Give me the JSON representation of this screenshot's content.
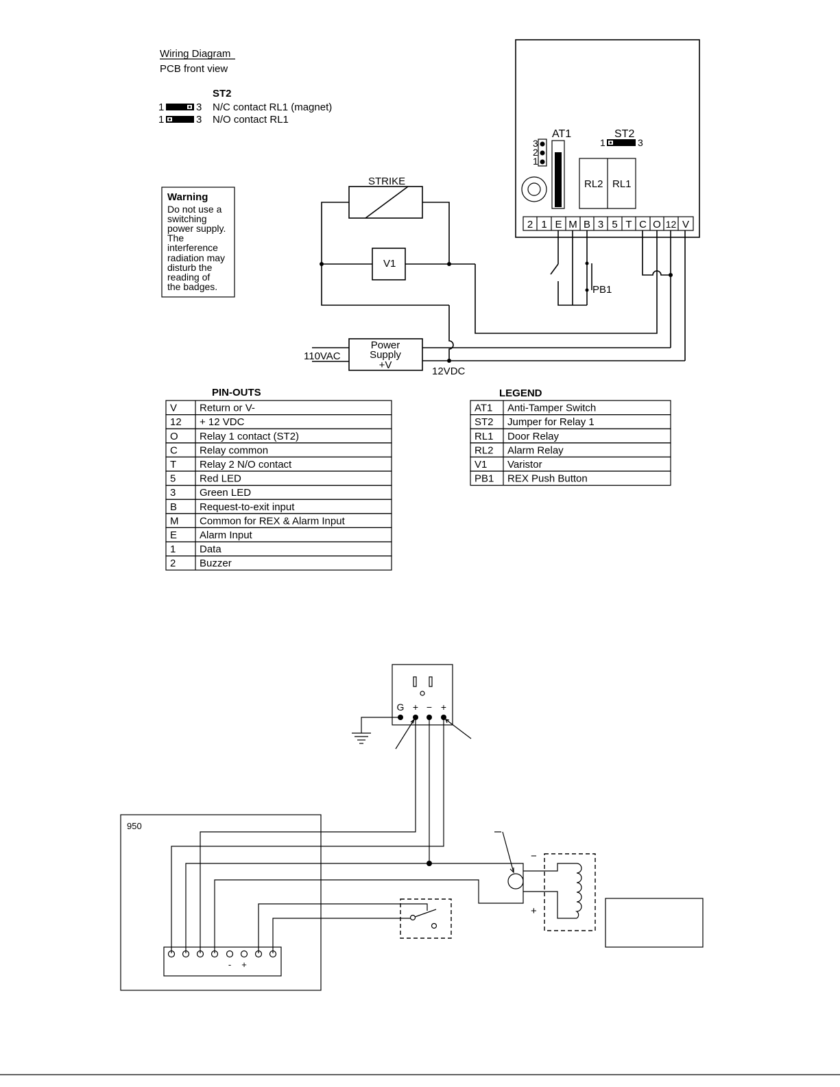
{
  "header": {
    "title": "Wiring Diagram",
    "subtitle": "PCB front view",
    "st2_heading": "ST2",
    "st2_rows": [
      {
        "pin_left": "1",
        "pin_right": "3",
        "desc": "N/C contact RL1 (magnet)"
      },
      {
        "pin_left": "1",
        "pin_right": "3",
        "desc": "N/O contact RL1"
      }
    ]
  },
  "warning": {
    "title": "Warning",
    "lines": [
      "Do not use a",
      "switching",
      "power supply.",
      "The",
      "interference",
      "radiation may",
      "disturb the",
      "reading of",
      "the badges."
    ]
  },
  "pcb": {
    "at1_label": "AT1",
    "at1_pins": [
      "3",
      "2",
      "1"
    ],
    "st2_label": "ST2",
    "st2_pin_left": "1",
    "st2_pin_right": "3",
    "relay_left": "RL2",
    "relay_right": "RL1",
    "terminals": [
      "2",
      "1",
      "E",
      "M",
      "B",
      "3",
      "5",
      "T",
      "C",
      "O",
      "12",
      "V"
    ]
  },
  "circuit": {
    "strike_label": "STRIKE",
    "varistor_label": "V1",
    "pushbutton_label": "PB1",
    "psu_lines": [
      "Power",
      "Supply",
      "+V"
    ],
    "input_label": "110VAC",
    "output_label": "12VDC"
  },
  "pinouts": {
    "title": "PIN-OUTS",
    "rows": [
      [
        "V",
        "Return or V-"
      ],
      [
        "12",
        "+ 12 VDC"
      ],
      [
        "O",
        "Relay 1 contact   (ST2)"
      ],
      [
        "C",
        "Relay  common"
      ],
      [
        "T",
        "Relay 2 N/O contact"
      ],
      [
        "5",
        "Red LED"
      ],
      [
        "3",
        "Green LED"
      ],
      [
        "B",
        "Request-to-exit input"
      ],
      [
        "M",
        "Common for REX & Alarm Input"
      ],
      [
        "E",
        "Alarm Input"
      ],
      [
        "1",
        "Data"
      ],
      [
        "2",
        "Buzzer"
      ]
    ]
  },
  "legend": {
    "title": "LEGEND",
    "rows": [
      [
        "AT1",
        "Anti-Tamper Switch"
      ],
      [
        "ST2",
        "Jumper for Relay 1"
      ],
      [
        "RL1",
        "Door Relay"
      ],
      [
        "RL2",
        "Alarm Relay"
      ],
      [
        "V1",
        "Varistor"
      ],
      [
        "PB1",
        "REX Push Button"
      ]
    ]
  },
  "diagram2": {
    "outlet_terminals": [
      "G",
      "+",
      "−",
      "+"
    ],
    "panel_label": "950",
    "minus_sign": "−",
    "plus_sign": "+",
    "panel_terminal_marks": [
      "-",
      "+"
    ]
  }
}
